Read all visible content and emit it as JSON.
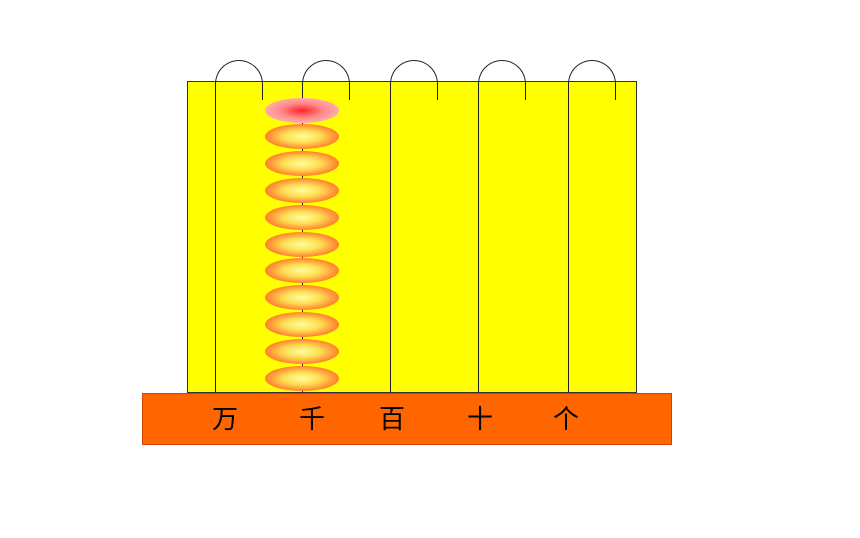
{
  "abacus": {
    "places": [
      {
        "label": "万",
        "beads": 0
      },
      {
        "label": "千",
        "beads": 10
      },
      {
        "label": "百",
        "beads": 0
      },
      {
        "label": "十",
        "beads": 0
      },
      {
        "label": "个",
        "beads": 0
      }
    ],
    "highlighted_beads": 1,
    "colors": {
      "board": "#ffff00",
      "base": "#ff6600",
      "bead_outer": "#ee2200",
      "bead_inner": "#ffff99",
      "highlight": "#ff8888"
    }
  }
}
